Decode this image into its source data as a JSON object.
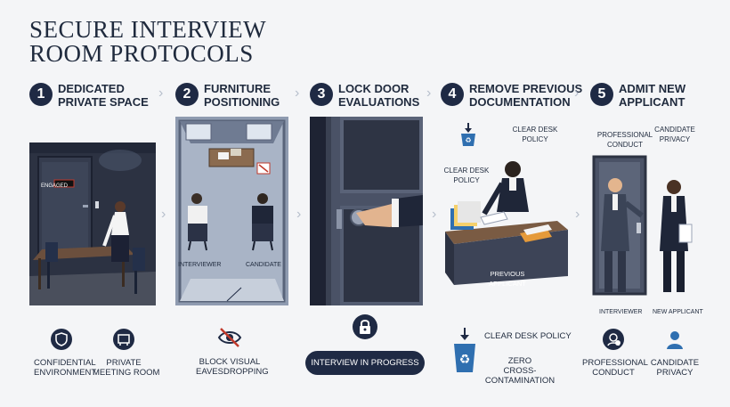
{
  "title": {
    "line1": "SECURE INTERVIEW",
    "line2": "ROOM PROTOCOLS"
  },
  "steps": [
    {
      "num": "1",
      "label_line1": "DEDICATED",
      "label_line2": "PRIVATE SPACE"
    },
    {
      "num": "2",
      "label_line1": "FURNITURE",
      "label_line2": "POSITIONING"
    },
    {
      "num": "3",
      "label_line1": "LOCK DOOR",
      "label_line2": "EVALUATIONS"
    },
    {
      "num": "4",
      "label_line1": "REMOVE PREVIOUS",
      "label_line2": "DOCUMENTATION"
    },
    {
      "num": "5",
      "label_line1": "ADMIT NEW",
      "label_line2": "APPLICANT"
    }
  ],
  "panel1": {
    "door_sign": "Engaged"
  },
  "panel2": {
    "interviewer": "INTERVIEWER",
    "candidate": "CANDIDATE"
  },
  "panel4": {
    "clear_desk_top_line1": "CLEAR DESK",
    "clear_desk_top_line2": "POLICY",
    "clear_desk_left_line1": "CLEAR DESK",
    "clear_desk_left_line2": "POLICY",
    "previous_line1": "PREVIOUS",
    "previous_line2": "APPLICANT"
  },
  "panel5": {
    "professional_line1": "PROFESSIONAL",
    "professional_line2": "CONDUCT",
    "privacy_line1": "CANDIDATE",
    "privacy_line2": "PRIVACY",
    "interviewer": "INTERVIEWER",
    "new_applicant": "NEW APPLICANT"
  },
  "bottom": {
    "confidential_line1": "CONFIDENTIAL",
    "confidential_line2": "ENVIRONMENT",
    "private_line1": "PRIVATE",
    "private_line2": "MEETING ROOM",
    "block_line1": "BLOCK VISUAL",
    "block_line2": "EAVESDROPPING",
    "in_progress": "INTERVIEW IN PROGRESS",
    "clear_desk": "CLEAR DESK POLICY",
    "zero_line1": "ZERO",
    "zero_line2": "CROSS-CONTAMINATION",
    "professional_line1": "PROFESSIONAL",
    "professional_line2": "CONDUCT",
    "privacy_line1": "CANDIDATE",
    "privacy_line2": "PRIVACY"
  },
  "colors": {
    "navy": "#1f2a44",
    "accent_blue": "#2f6fb0",
    "alert_red": "#c0392b",
    "wall": "#3a4152"
  }
}
